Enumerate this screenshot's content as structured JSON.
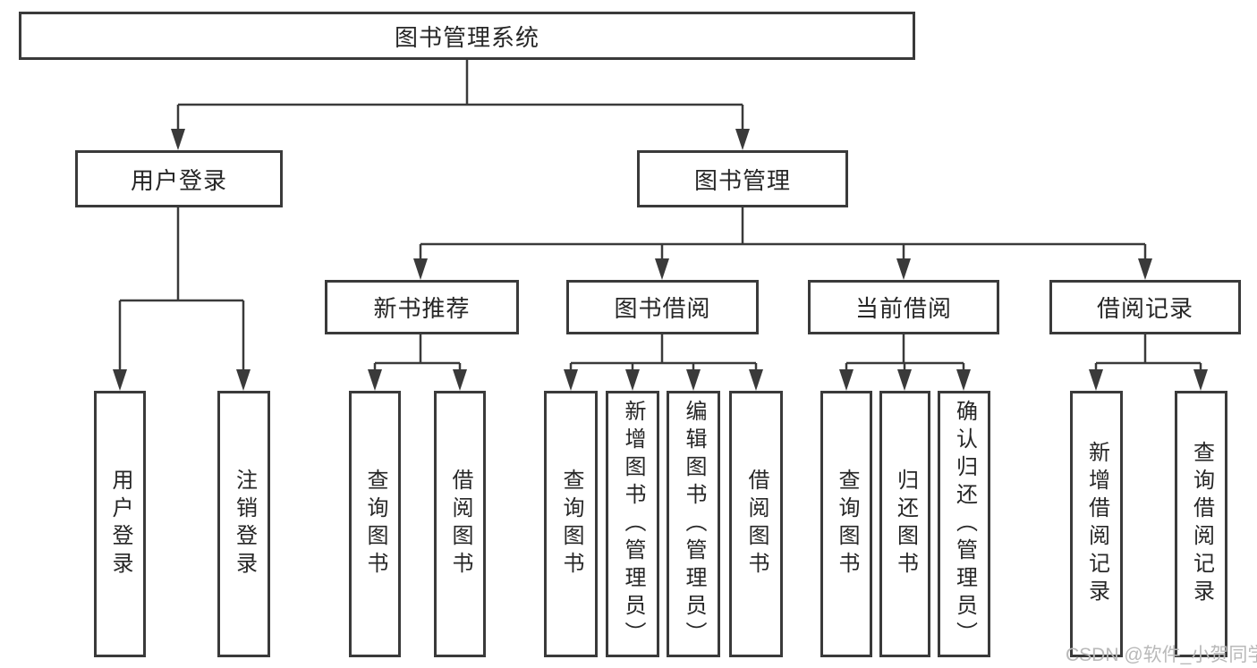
{
  "tree": {
    "root": {
      "label": "图书管理系统",
      "children": [
        {
          "label": "用户登录",
          "children": [
            {
              "label": "用户登录"
            },
            {
              "label": "注销登录"
            }
          ]
        },
        {
          "label": "图书管理",
          "children": [
            {
              "label": "新书推荐",
              "children": [
                {
                  "label": "查询图书"
                },
                {
                  "label": "借阅图书"
                }
              ]
            },
            {
              "label": "图书借阅",
              "children": [
                {
                  "label": "查询图书"
                },
                {
                  "label": "新增图书（管理员）"
                },
                {
                  "label": "编辑图书（管理员）"
                },
                {
                  "label": "借阅图书"
                }
              ]
            },
            {
              "label": "当前借阅",
              "children": [
                {
                  "label": "查询图书"
                },
                {
                  "label": "归还图书"
                },
                {
                  "label": "确认归还（管理员）"
                }
              ]
            },
            {
              "label": "借阅记录",
              "children": [
                {
                  "label": "新增借阅记录"
                },
                {
                  "label": "查询借阅记录"
                }
              ]
            }
          ]
        }
      ]
    }
  },
  "watermark": {
    "text": "CSDN @软件_小贺同学"
  },
  "colors": {
    "background": "#ffffff",
    "box_border": "#3a3a3a",
    "connector": "#3a3a3a",
    "text": "#262626",
    "watermark": "#b9b9b9"
  }
}
